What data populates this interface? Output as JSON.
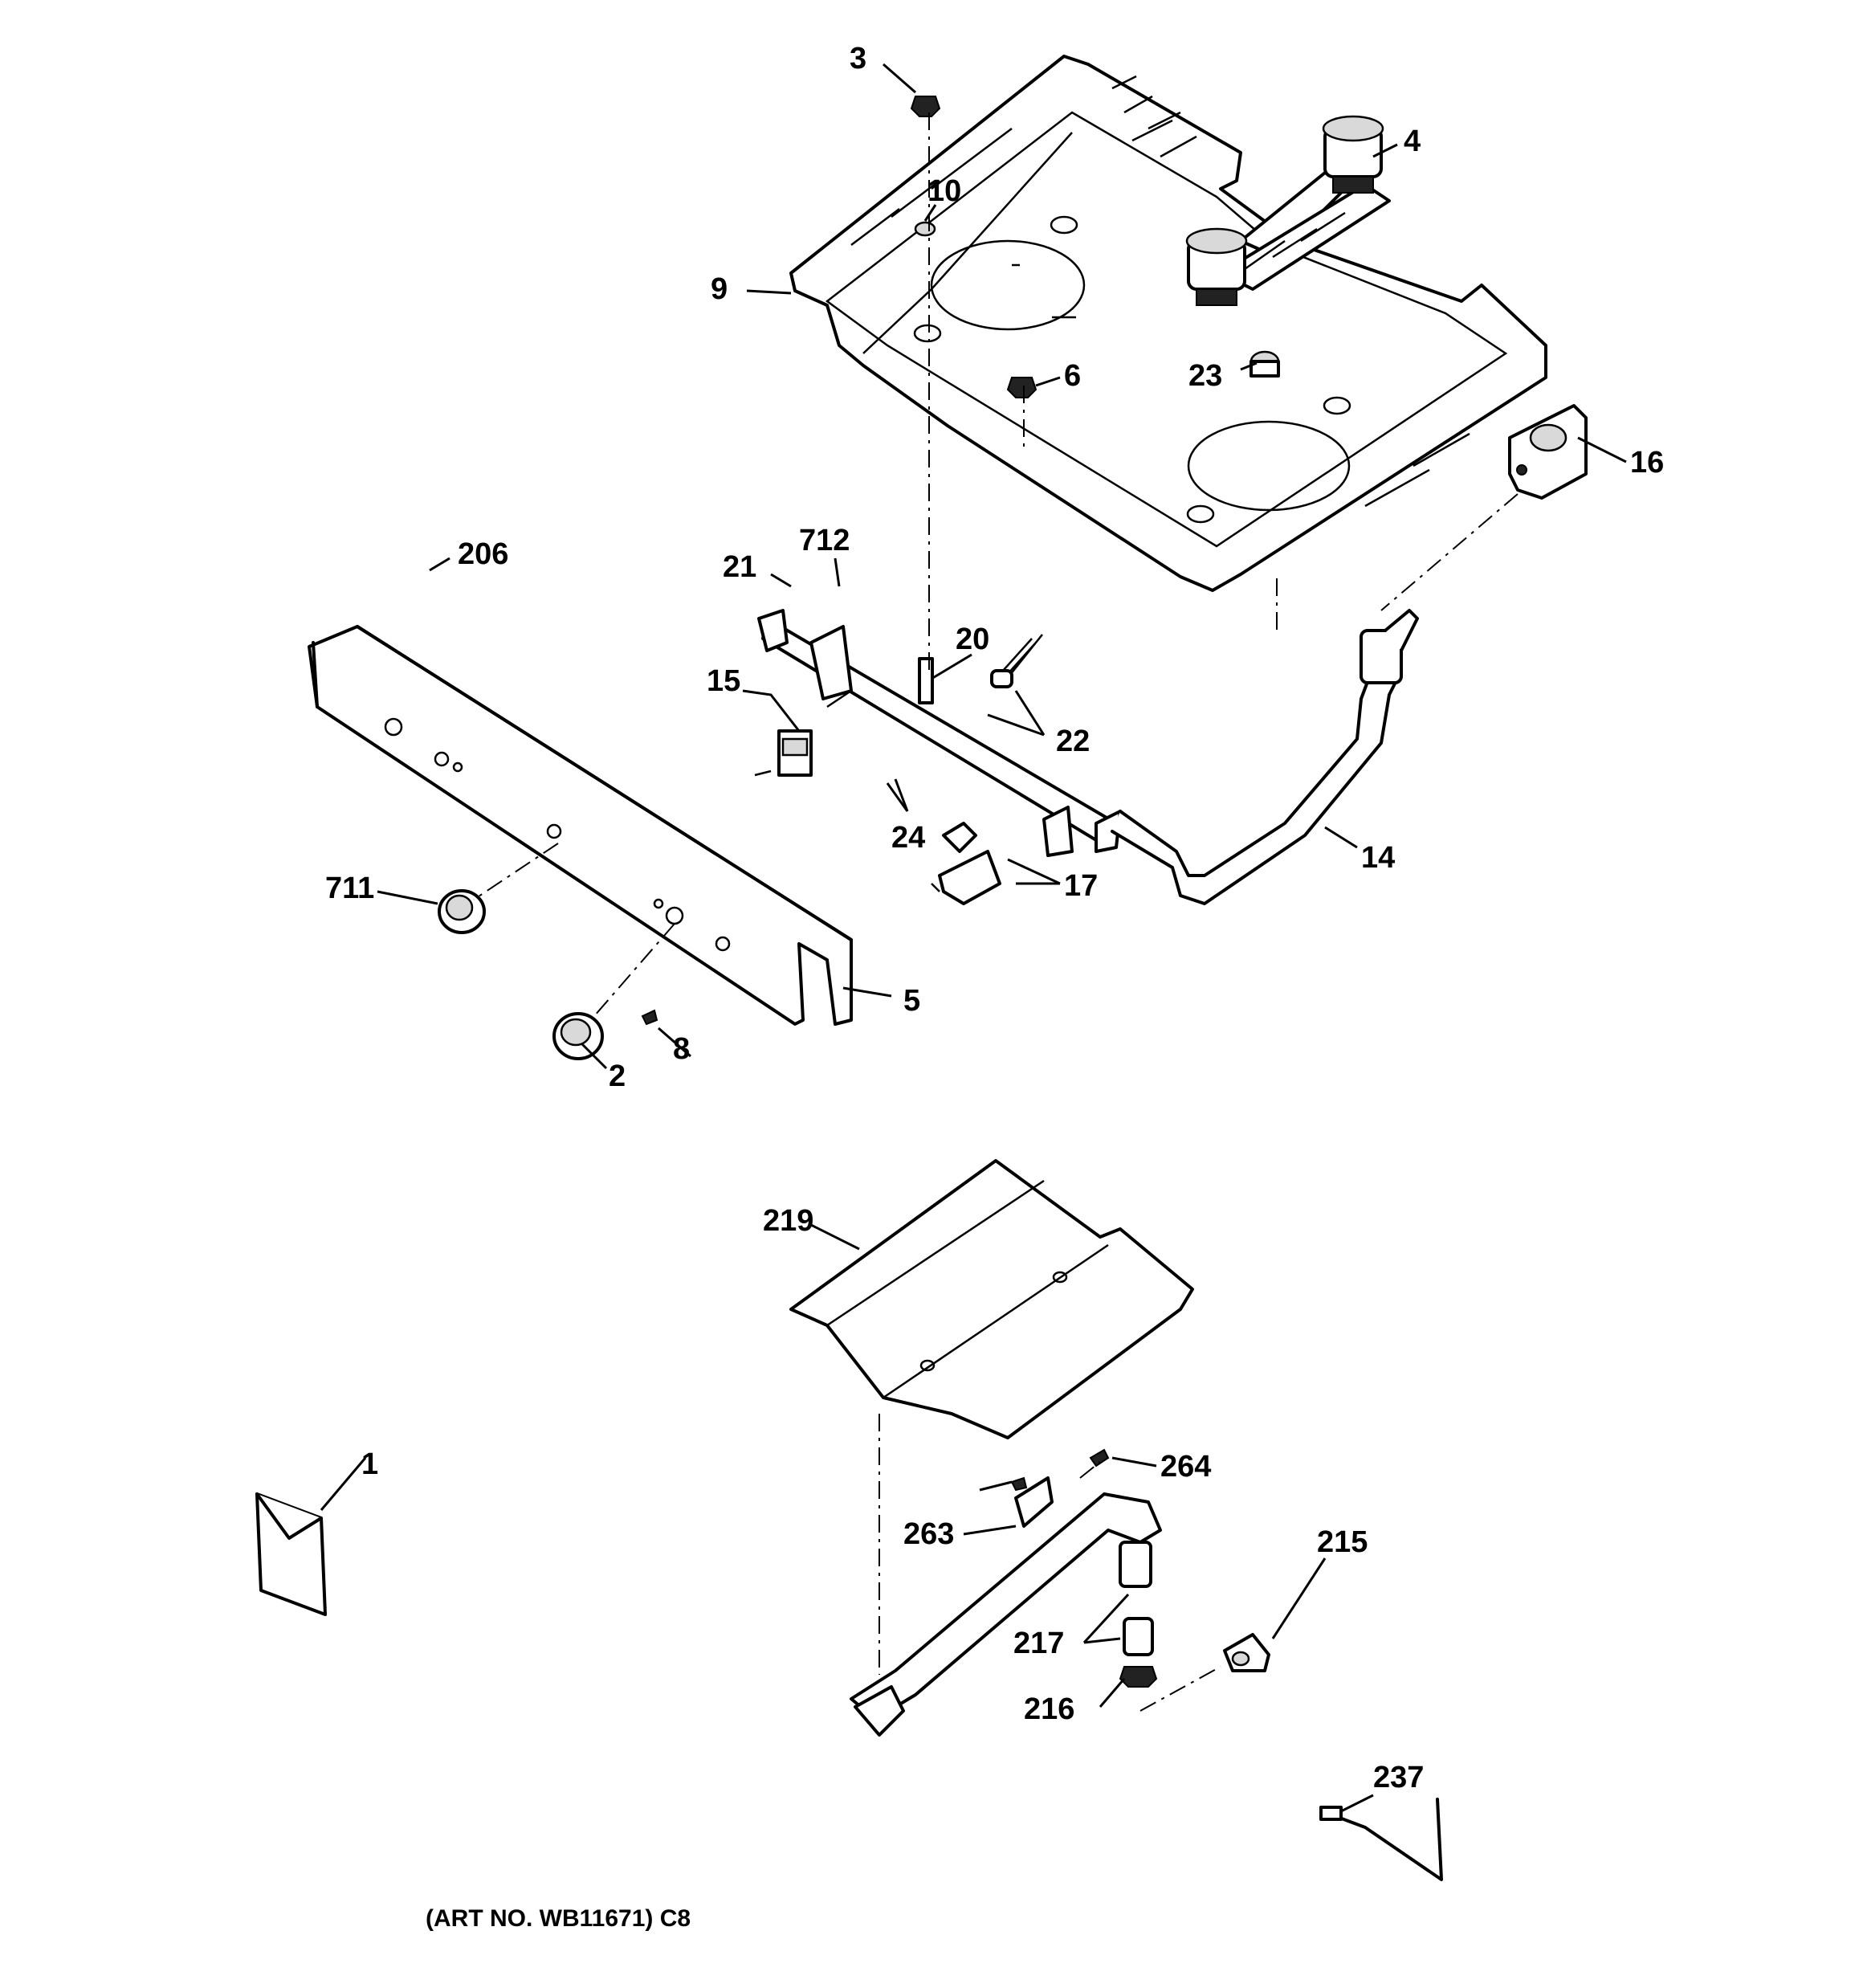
{
  "caption": "(ART NO. WB11671) C8",
  "callouts": {
    "p1": "1",
    "p2": "2",
    "p3": "3",
    "p4": "4",
    "p5": "5",
    "p6": "6",
    "p8": "8",
    "p9": "9",
    "p10": "10",
    "p14": "14",
    "p15": "15",
    "p16": "16",
    "p17": "17",
    "p20": "20",
    "p21": "21",
    "p22": "22",
    "p23": "23",
    "p24": "24",
    "p206": "206",
    "p215": "215",
    "p216": "216",
    "p217": "217",
    "p219": "219",
    "p237": "237",
    "p263": "263",
    "p264": "264",
    "p711": "711",
    "p712": "712"
  }
}
